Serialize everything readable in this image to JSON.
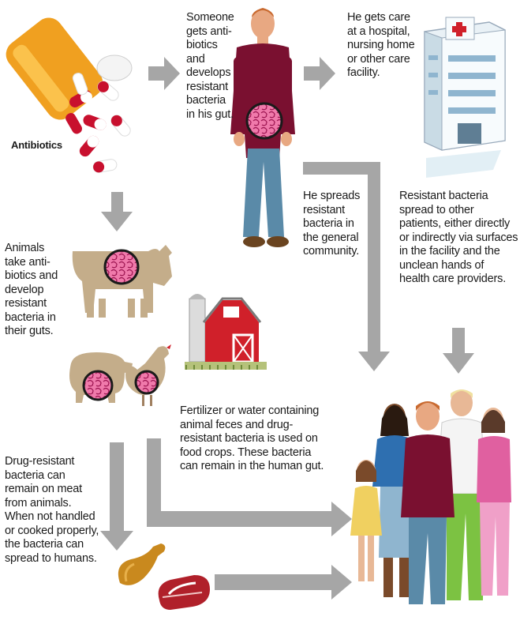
{
  "labels": {
    "antibiotics": "Antibiotics",
    "someone": "Someone\ngets anti-\nbiotics\nand\ndevelops\nresistant\nbacteria\nin his gut.",
    "care": "He gets care\nat a hospital,\nnursing home\nor other care\nfacility.",
    "spreads": "He spreads\nresistant\nbacteria in\nthe general\ncommunity.",
    "resistant_spread": "Resistant bacteria\nspread to other\npatients, either directly\nor indirectly via surfaces\nin the facility and the\nunclean hands of\nhealth care providers.",
    "animals": "Animals\ntake anti-\nbiotics and\ndevelop\nresistant\nbacteria in\ntheir guts.",
    "fertilizer": "Fertilizer or water containing\nanimal feces and drug-\nresistant bacteria is used on\nfood crops. These bacteria\ncan remain in the human gut.",
    "meat": "Drug-resistant\nbacteria can\nremain on meat\nfrom animals.\nWhen not handled\nor cooked properly,\nthe bacteria can\nspread to humans."
  },
  "colors": {
    "arrow": "#a6a6a6",
    "bacteria": "#e24a8a",
    "pill_red": "#c8102e",
    "pill_orange": "#f0a020",
    "animal": "#c4ad8a",
    "barn": "#d0202a",
    "shirt_maroon": "#7a1030",
    "jeans": "#5a8aa8",
    "hospital": "#e9f1f6"
  },
  "icons": [
    "pill-bottle-icon",
    "man-icon",
    "hospital-icon",
    "cow-icon",
    "pig-icon",
    "chicken-icon",
    "barn-icon",
    "meat-icon",
    "people-group-icon"
  ]
}
